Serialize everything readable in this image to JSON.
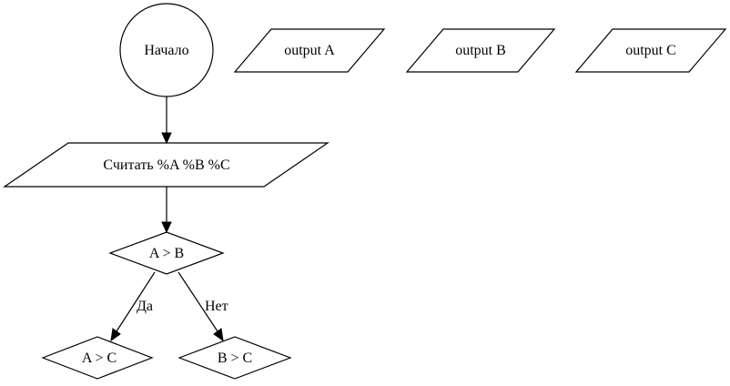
{
  "nodes": {
    "start": "Начало",
    "output_a": "output A",
    "output_b": "output B",
    "output_c": "output C",
    "read": "Считать %A %B %C",
    "a_gt_b": "A > B",
    "a_gt_c": "A > C",
    "b_gt_c": "B > C"
  },
  "edges": {
    "yes_label": "Да",
    "no_label": "Нет"
  }
}
